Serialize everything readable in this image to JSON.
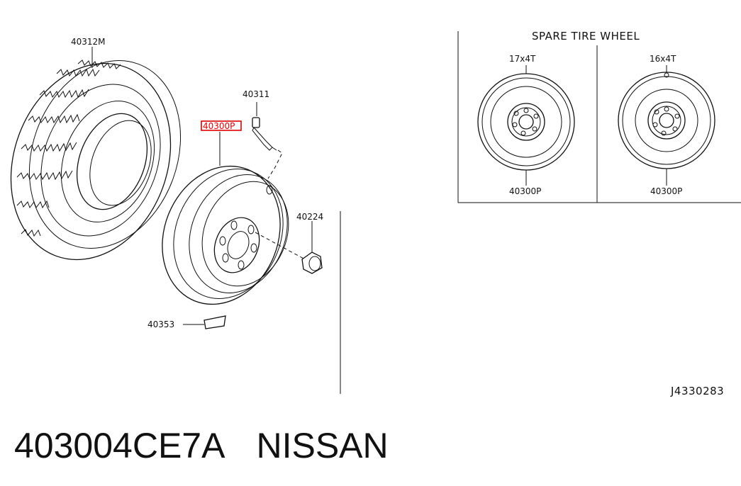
{
  "labels": {
    "tire": "40312M",
    "valve": "40311",
    "wheel_highlighted": "40300P",
    "nut": "40224",
    "weight": "40353",
    "spare_title": "SPARE TIRE WHEEL",
    "spare_17_size": "17x4T",
    "spare_16_size": "16x4T",
    "spare_17_part": "40300P",
    "spare_16_part": "40300P",
    "diagram_id": "J4330283"
  },
  "title": {
    "part_number": "403004CE7A",
    "brand": "NISSAN"
  },
  "colors": {
    "highlight": "#e00000",
    "ink": "#111111"
  }
}
